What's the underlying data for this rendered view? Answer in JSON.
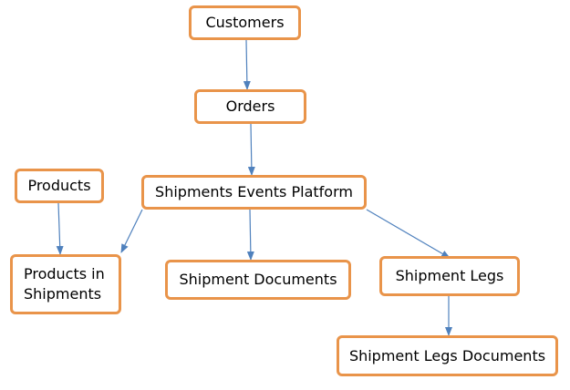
{
  "diagram": {
    "colors": {
      "node_border": "#E9944A",
      "edge": "#4F81BD",
      "text": "#000000",
      "background": "#FFFFFF"
    },
    "nodes": {
      "customers": {
        "label": "Customers"
      },
      "orders": {
        "label": "Orders"
      },
      "products": {
        "label": "Products"
      },
      "shipments_events_platform": {
        "label": "Shipments Events Platform"
      },
      "products_in_shipments": {
        "label": "Products in Shipments"
      },
      "shipment_documents": {
        "label": "Shipment Documents"
      },
      "shipment_legs": {
        "label": "Shipment Legs"
      },
      "shipment_legs_documents": {
        "label": "Shipment Legs Documents"
      }
    },
    "edges": [
      {
        "from": "customers",
        "to": "orders"
      },
      {
        "from": "orders",
        "to": "shipments_events_platform"
      },
      {
        "from": "products",
        "to": "products_in_shipments"
      },
      {
        "from": "shipments_events_platform",
        "to": "products_in_shipments"
      },
      {
        "from": "shipments_events_platform",
        "to": "shipment_documents"
      },
      {
        "from": "shipments_events_platform",
        "to": "shipment_legs"
      },
      {
        "from": "shipment_legs",
        "to": "shipment_legs_documents"
      }
    ]
  }
}
